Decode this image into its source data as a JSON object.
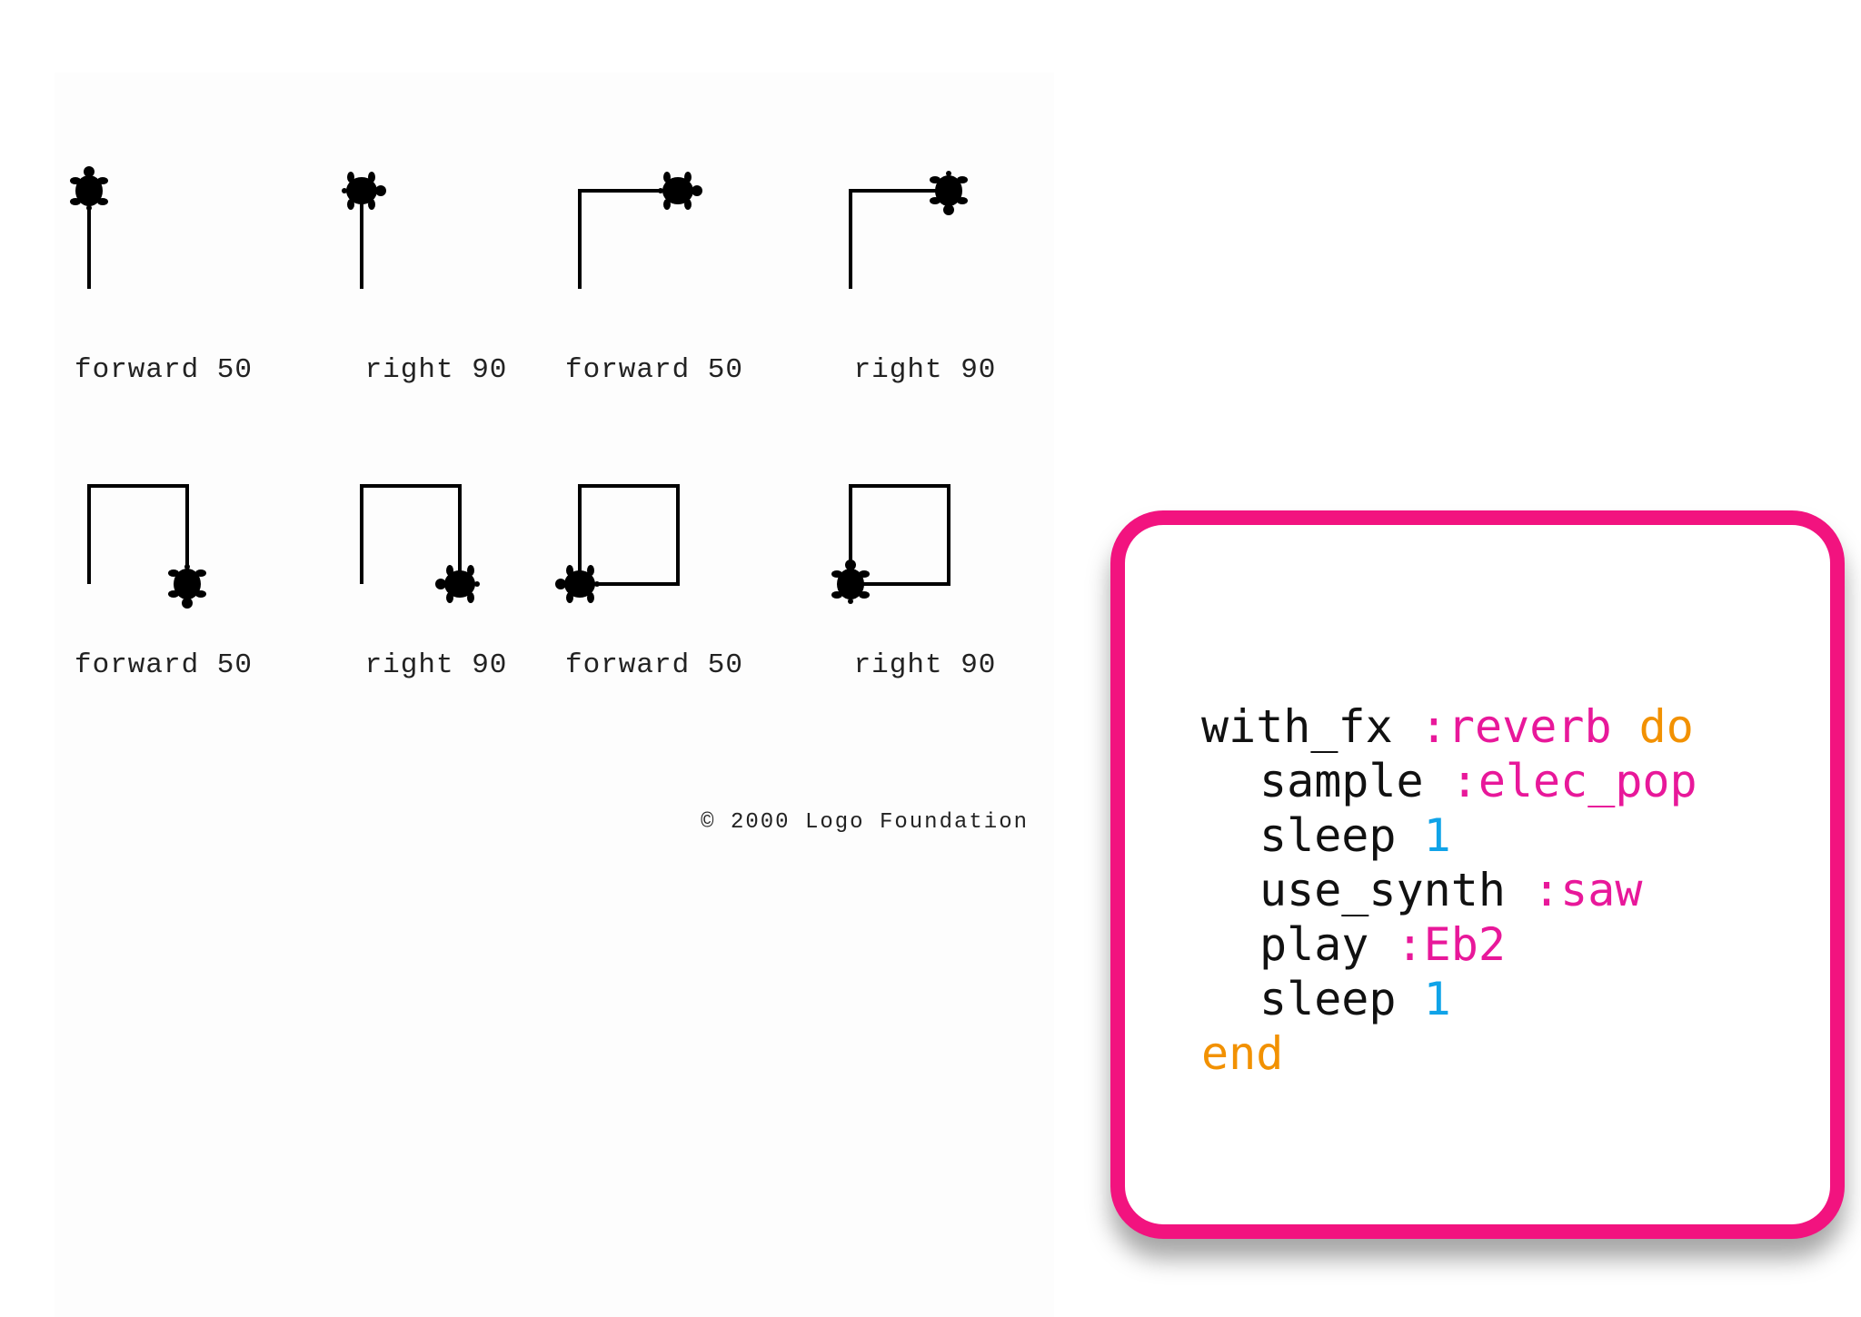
{
  "colors": {
    "card_border": "#f2137f",
    "keyword": "#f29100",
    "symbol": "#e8189a",
    "number": "#10a3e8",
    "plain": "#111111"
  },
  "turtle_steps": [
    {
      "label": "forward 50",
      "heading": "up",
      "segments": 1
    },
    {
      "label": "right 90",
      "heading": "right",
      "segments": 1
    },
    {
      "label": "forward 50",
      "heading": "right",
      "segments": 2
    },
    {
      "label": "right 90",
      "heading": "down",
      "segments": 2
    },
    {
      "label": "forward 50",
      "heading": "down",
      "segments": 3
    },
    {
      "label": "right 90",
      "heading": "left",
      "segments": 3
    },
    {
      "label": "forward 50",
      "heading": "left",
      "segments": 4
    },
    {
      "label": "right 90",
      "heading": "up",
      "segments": 4
    }
  ],
  "turtle_icon": "turtle-icon",
  "copyright": "© 2000 Logo Foundation",
  "code": {
    "lines": [
      {
        "indent": 0,
        "tokens": [
          {
            "t": "with_fx ",
            "c": "plain"
          },
          {
            "t": ":reverb",
            "c": "sym"
          },
          {
            "t": " do",
            "c": "kw"
          }
        ]
      },
      {
        "indent": 1,
        "tokens": [
          {
            "t": "sample ",
            "c": "plain"
          },
          {
            "t": ":elec_pop",
            "c": "sym"
          }
        ]
      },
      {
        "indent": 1,
        "tokens": [
          {
            "t": "sleep ",
            "c": "plain"
          },
          {
            "t": "1",
            "c": "num"
          }
        ]
      },
      {
        "indent": 1,
        "tokens": [
          {
            "t": "use_synth ",
            "c": "plain"
          },
          {
            "t": ":saw",
            "c": "sym"
          }
        ]
      },
      {
        "indent": 1,
        "tokens": [
          {
            "t": "play ",
            "c": "plain"
          },
          {
            "t": ":Eb2",
            "c": "sym"
          }
        ]
      },
      {
        "indent": 1,
        "tokens": [
          {
            "t": "sleep ",
            "c": "plain"
          },
          {
            "t": "1",
            "c": "num"
          }
        ]
      },
      {
        "indent": 0,
        "tokens": [
          {
            "t": "end",
            "c": "kw"
          }
        ]
      }
    ]
  }
}
